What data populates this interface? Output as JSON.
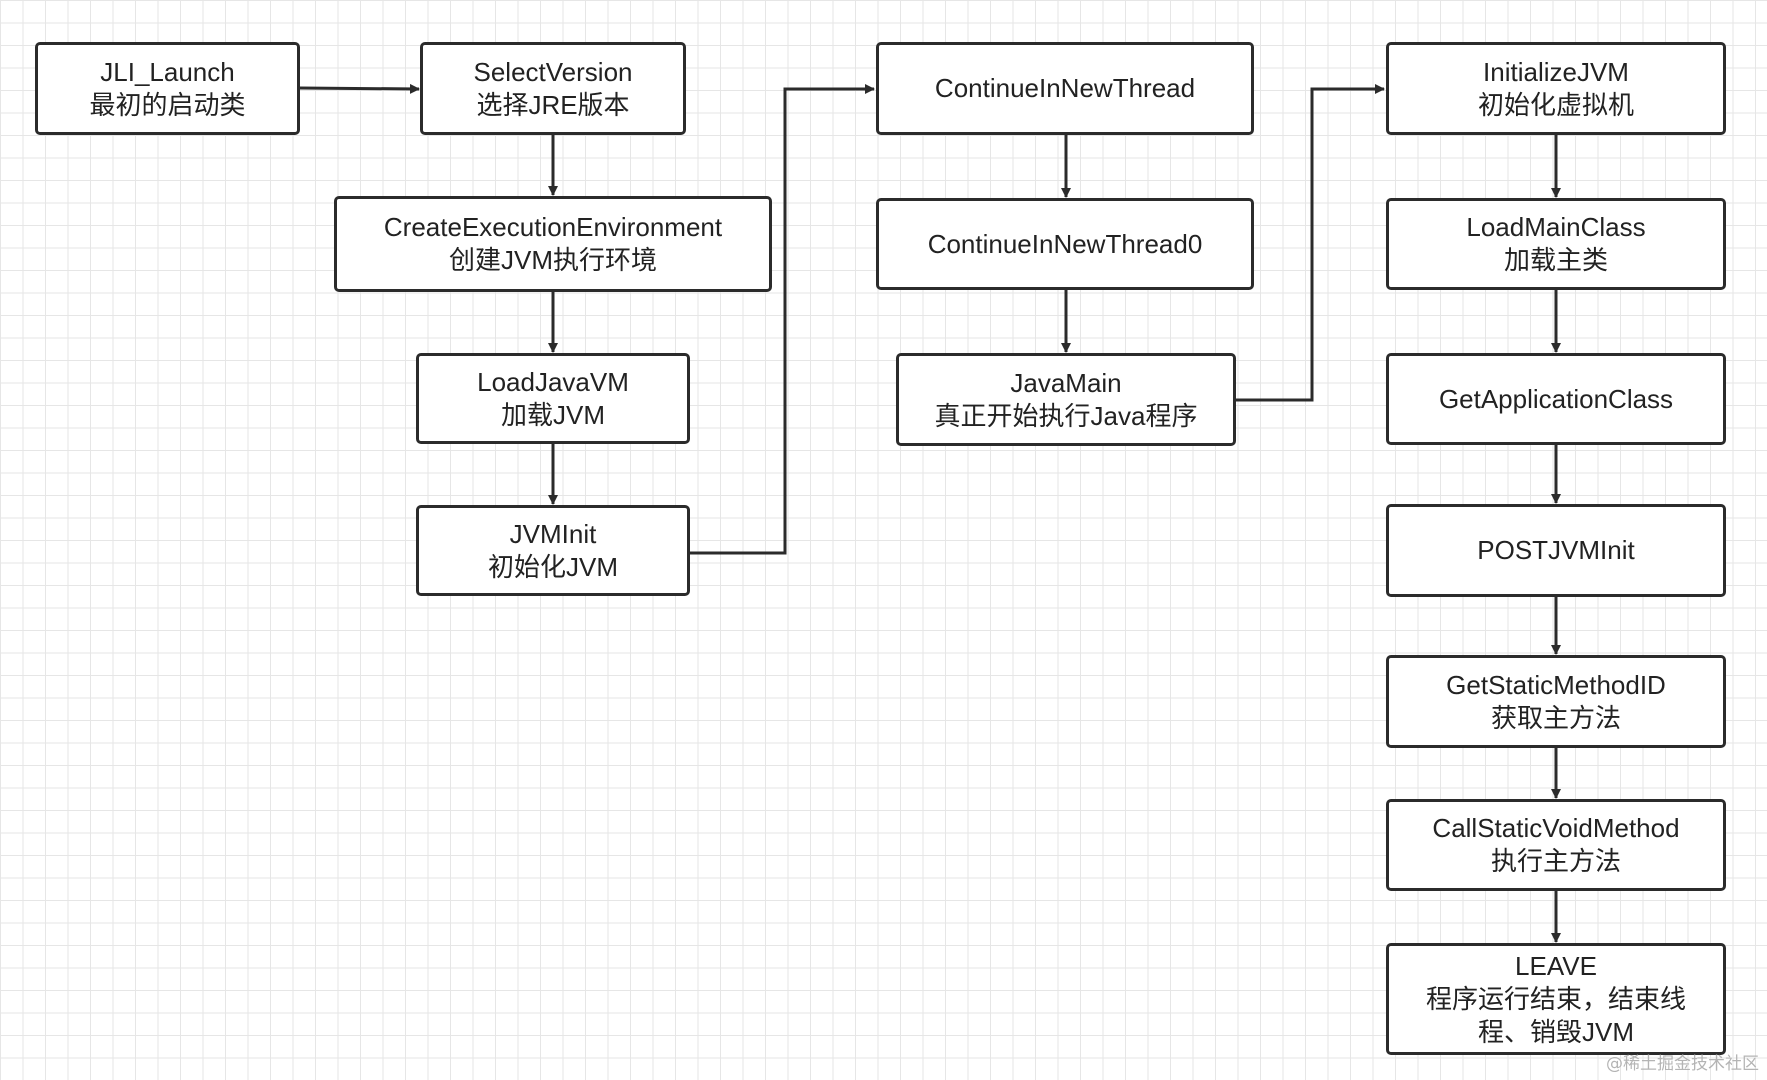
{
  "diagram": {
    "nodes": [
      {
        "id": "jli-launch",
        "title": "JLI_Launch",
        "subtitle": "最初的启动类"
      },
      {
        "id": "select-version",
        "title": "SelectVersion",
        "subtitle": "选择JRE版本"
      },
      {
        "id": "create-execution-environment",
        "title": "CreateExecutionEnvironment",
        "subtitle": "创建JVM执行环境"
      },
      {
        "id": "load-java-vm",
        "title": "LoadJavaVM",
        "subtitle": "加载JVM"
      },
      {
        "id": "jvm-init",
        "title": "JVMInit",
        "subtitle": "初始化JVM"
      },
      {
        "id": "continue-in-new-thread",
        "title": "ContinueInNewThread",
        "subtitle": ""
      },
      {
        "id": "continue-in-new-thread0",
        "title": "ContinueInNewThread0",
        "subtitle": ""
      },
      {
        "id": "java-main",
        "title": "JavaMain",
        "subtitle": "真正开始执行Java程序"
      },
      {
        "id": "initialize-jvm",
        "title": "InitializeJVM",
        "subtitle": "初始化虚拟机"
      },
      {
        "id": "load-main-class",
        "title": "LoadMainClass",
        "subtitle": "加载主类"
      },
      {
        "id": "get-application-class",
        "title": "GetApplicationClass",
        "subtitle": ""
      },
      {
        "id": "post-jvm-init",
        "title": "POSTJVMInit",
        "subtitle": ""
      },
      {
        "id": "get-static-method-id",
        "title": "GetStaticMethodID",
        "subtitle": "获取主方法"
      },
      {
        "id": "call-static-void-method",
        "title": "CallStaticVoidMethod",
        "subtitle": "执行主方法"
      },
      {
        "id": "leave",
        "title": "LEAVE",
        "subtitle": "程序运行结束，结束线",
        "subtitle2": "程、销毁JVM"
      }
    ],
    "edges": [
      {
        "from": "jli-launch",
        "to": "select-version"
      },
      {
        "from": "select-version",
        "to": "create-execution-environment"
      },
      {
        "from": "create-execution-environment",
        "to": "load-java-vm"
      },
      {
        "from": "load-java-vm",
        "to": "jvm-init"
      },
      {
        "from": "jvm-init",
        "to": "continue-in-new-thread"
      },
      {
        "from": "continue-in-new-thread",
        "to": "continue-in-new-thread0"
      },
      {
        "from": "continue-in-new-thread0",
        "to": "java-main"
      },
      {
        "from": "java-main",
        "to": "initialize-jvm"
      },
      {
        "from": "initialize-jvm",
        "to": "load-main-class"
      },
      {
        "from": "load-main-class",
        "to": "get-application-class"
      },
      {
        "from": "get-application-class",
        "to": "post-jvm-init"
      },
      {
        "from": "post-jvm-init",
        "to": "get-static-method-id"
      },
      {
        "from": "get-static-method-id",
        "to": "call-static-void-method"
      },
      {
        "from": "call-static-void-method",
        "to": "leave"
      }
    ]
  },
  "watermark": "@稀土掘金技术社区",
  "colors": {
    "line": "#2b2b2b",
    "grid": "#e6e6e6",
    "background": "#ffffff"
  }
}
